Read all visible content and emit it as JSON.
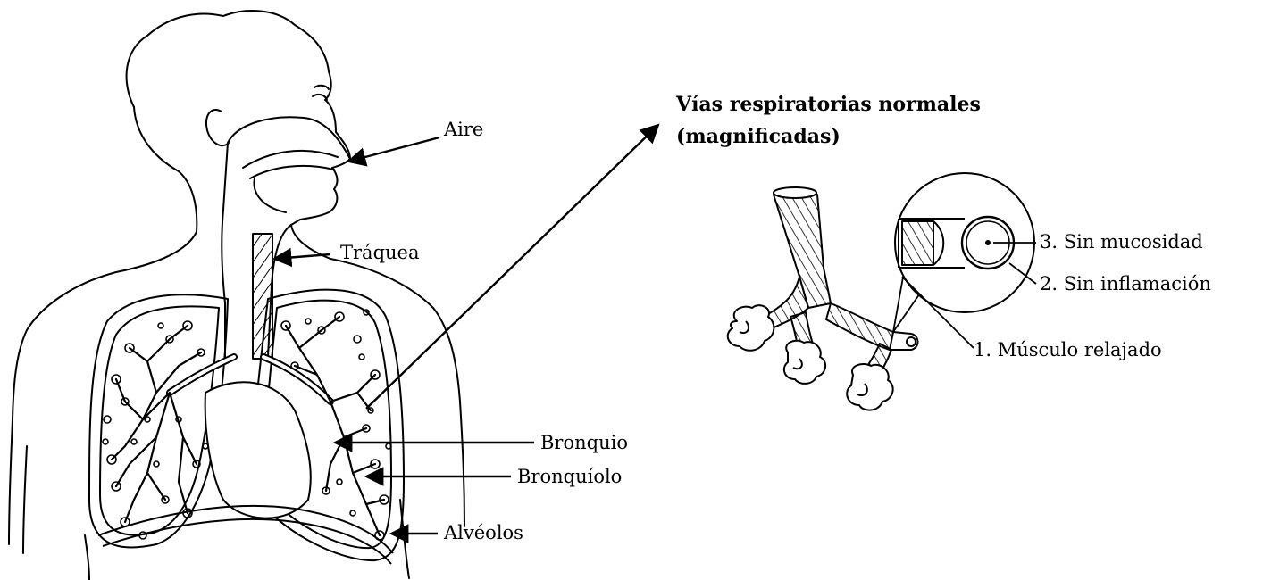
{
  "labels": {
    "aire": "Aire",
    "traquea": "Tráquea",
    "bronquio": "Bronquio",
    "bronquiolo": "Bronquíolo",
    "alveolos": "Alvéolos"
  },
  "inset": {
    "title_line1": "Vías respiratorias normales",
    "title_line2": "(magnificadas)",
    "callouts": {
      "mucosidad": "3. Sin mucosidad",
      "inflamacion": "2. Sin inflamación",
      "musculo": "1. Músculo relajado"
    }
  }
}
